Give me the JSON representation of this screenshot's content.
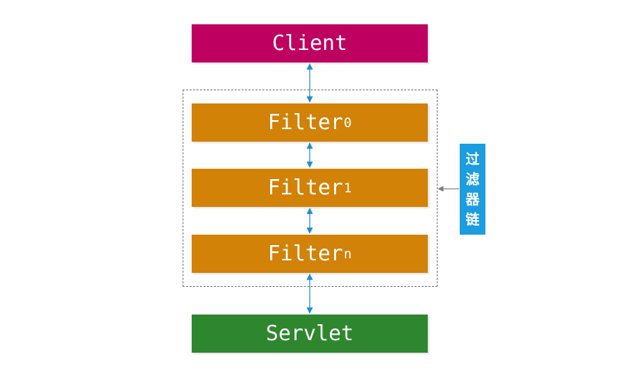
{
  "colors": {
    "client": "#BE0060",
    "filter": "#D28207",
    "servlet": "#2E872E",
    "chain_label": "#1B9DE0",
    "connector": "#1F8FD0",
    "pointer": "#7F7F7F"
  },
  "nodes": {
    "client": {
      "label": "Client"
    },
    "filter0": {
      "label": "Filter",
      "subscript": "0"
    },
    "filter1": {
      "label": "Filter",
      "subscript": "1"
    },
    "filtern": {
      "label": "Filter",
      "subscript": "n"
    },
    "servlet": {
      "label": "Servlet"
    }
  },
  "chain_label": {
    "chars": [
      "过",
      "滤",
      "器",
      "链"
    ]
  }
}
